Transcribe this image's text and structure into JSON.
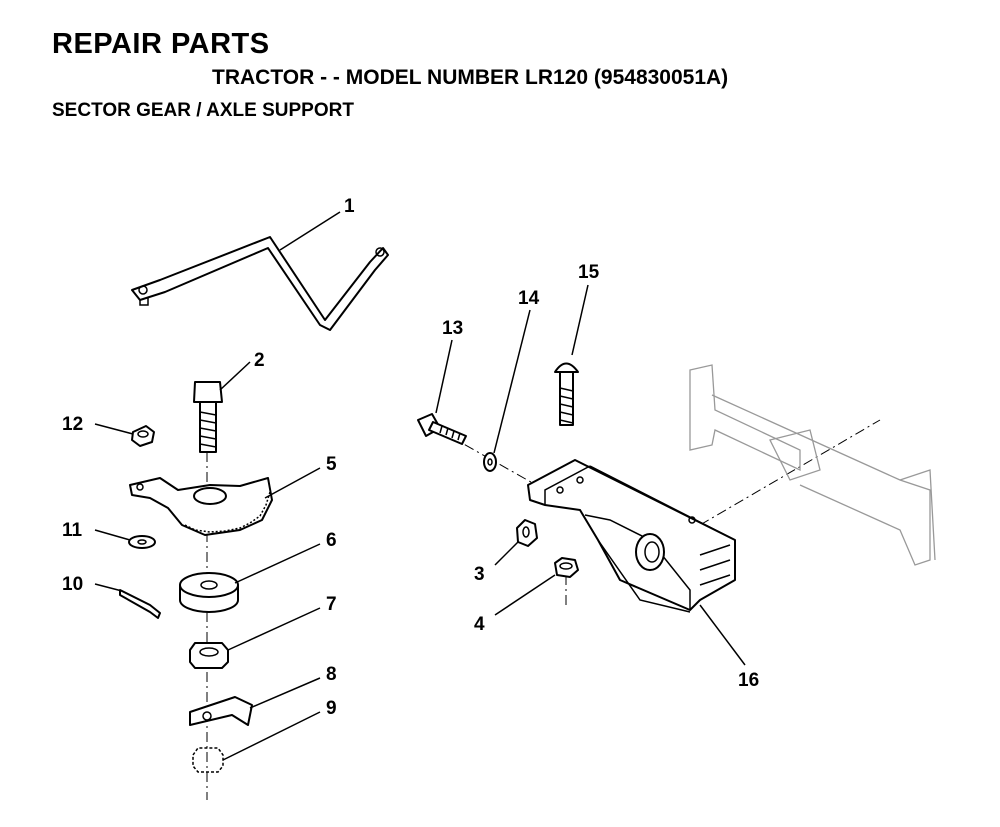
{
  "header": {
    "title": "REPAIR PARTS",
    "subtitle": "TRACTOR - - MODEL NUMBER LR120 (954830051A)",
    "section": "SECTOR GEAR / AXLE SUPPORT"
  },
  "callouts": [
    "1",
    "2",
    "3",
    "4",
    "5",
    "6",
    "7",
    "8",
    "9",
    "10",
    "11",
    "12",
    "13",
    "14",
    "15",
    "16"
  ]
}
